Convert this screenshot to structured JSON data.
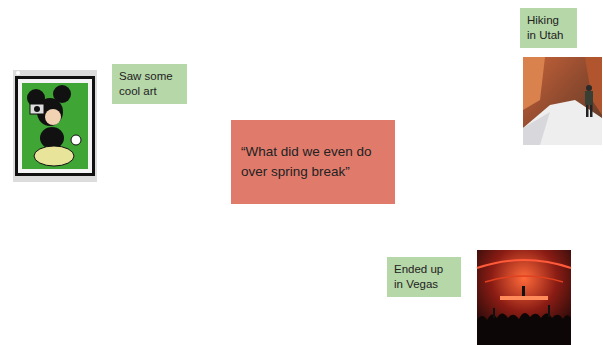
{
  "diagram": {
    "nodes": [
      {
        "text": [
          "Hiking in Utah"
        ]
      },
      {
        "text": [
          "Saw some cool art"
        ]
      },
      {
        "text": [
          "“What did we even do over spring break”"
        ]
      },
      {
        "text": [
          "Ended up in Vegas"
        ]
      }
    ]
  }
}
